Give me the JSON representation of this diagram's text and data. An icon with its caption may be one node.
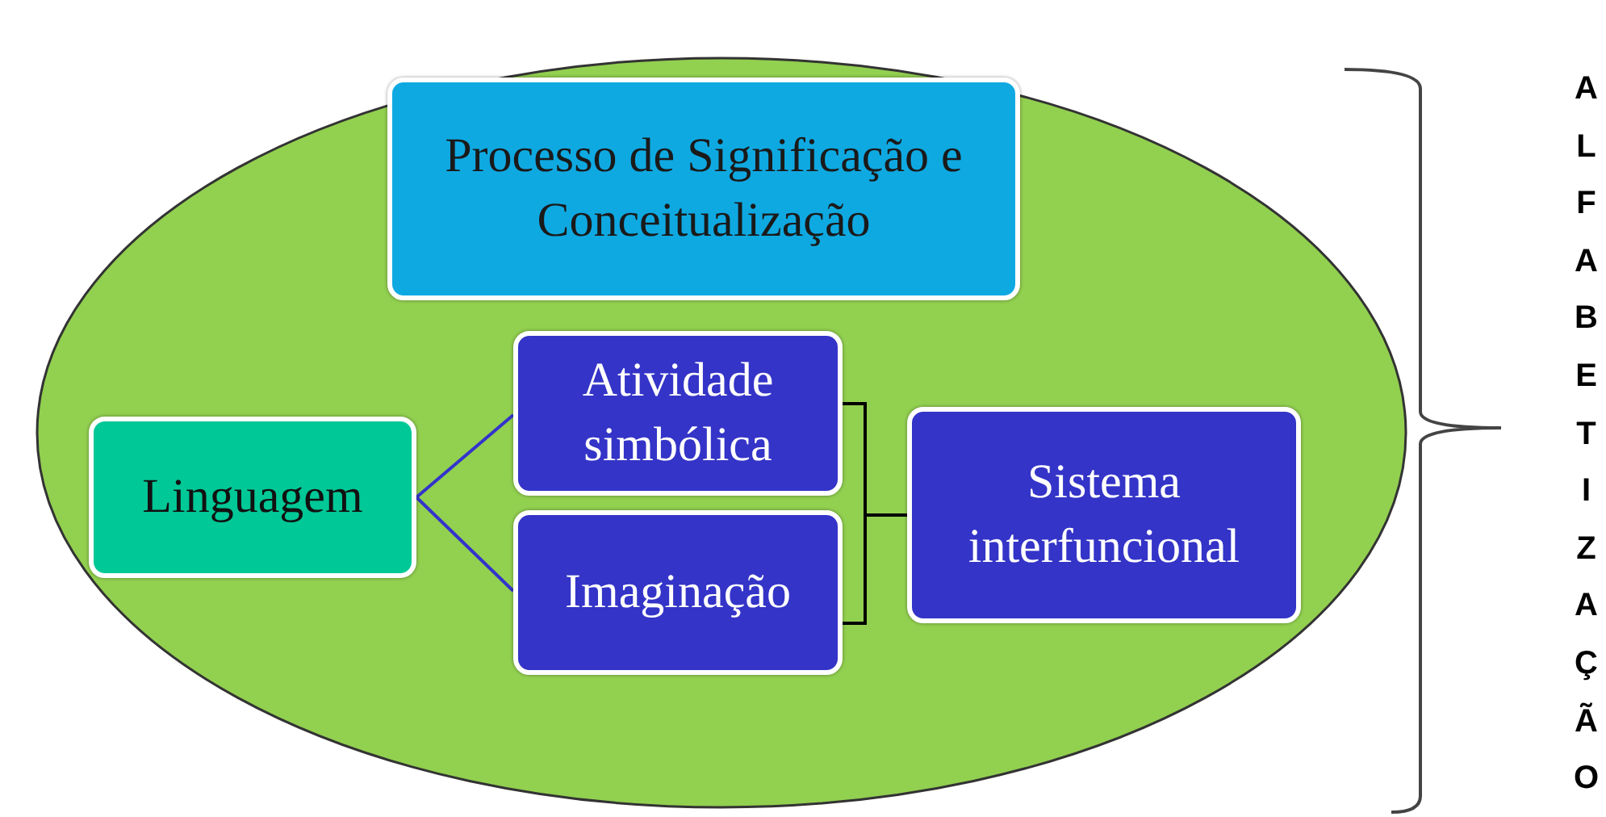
{
  "diagram": {
    "nodes": [
      {
        "text": [],
        "shape": "ellipse"
      },
      {
        "text": [
          "Processo de Significação e Conceitualização"
        ],
        "in": 0
      },
      {
        "text": [
          "Linguagem"
        ],
        "in": 0
      },
      {
        "text": [
          "Atividade simbólica"
        ],
        "in": 0
      },
      {
        "text": [
          "Imaginação"
        ],
        "in": 0
      },
      {
        "text": [
          "Sistema interfuncional"
        ],
        "in": 0
      }
    ],
    "edges": [
      {
        "from": 2,
        "to": 3,
        "arrow": "none",
        "color": "#3333cc"
      },
      {
        "from": 2,
        "to": 4,
        "arrow": "none",
        "color": "#3333cc"
      },
      {
        "from": 3,
        "to": 5,
        "arrow": "none",
        "color": "#000000"
      },
      {
        "from": 4,
        "to": 5,
        "arrow": "none",
        "color": "#000000"
      }
    ],
    "labels": [
      "ALFABETIZAÇÃO"
    ]
  }
}
